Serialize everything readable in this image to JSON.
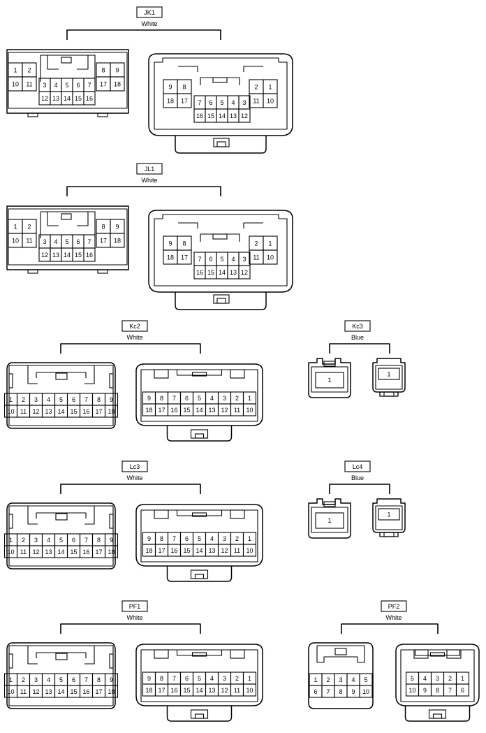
{
  "connectors": [
    {
      "id": "JK1",
      "label": "JK1",
      "color": "White",
      "kind": "large-18",
      "male": {
        "top_left": [
          "1",
          "2"
        ],
        "bottom_left": [
          "10",
          "11"
        ],
        "top_mid": [
          "3",
          "4",
          "5",
          "6",
          "7"
        ],
        "bottom_mid": [
          "12",
          "13",
          "14",
          "15",
          "16"
        ],
        "top_right": [
          "8",
          "9"
        ],
        "bottom_right": [
          "17",
          "18"
        ]
      },
      "female": {
        "top_left": [
          "9",
          "8"
        ],
        "bottom_left": [
          "18",
          "17"
        ],
        "top_mid": [
          "7",
          "6",
          "5",
          "4",
          "3"
        ],
        "bottom_mid": [
          "16",
          "15",
          "14",
          "13",
          "12"
        ],
        "top_right": [
          "2",
          "1"
        ],
        "bottom_right": [
          "11",
          "10"
        ]
      }
    },
    {
      "id": "JL1",
      "label": "JL1",
      "color": "White",
      "kind": "large-18",
      "male": {
        "top_left": [
          "1",
          "2"
        ],
        "bottom_left": [
          "10",
          "11"
        ],
        "top_mid": [
          "3",
          "4",
          "5",
          "6",
          "7"
        ],
        "bottom_mid": [
          "12",
          "13",
          "14",
          "15",
          "16"
        ],
        "top_right": [
          "8",
          "9"
        ],
        "bottom_right": [
          "17",
          "18"
        ]
      },
      "female": {
        "top_left": [
          "9",
          "8"
        ],
        "bottom_left": [
          "18",
          "17"
        ],
        "top_mid": [
          "7",
          "6",
          "5",
          "4",
          "3"
        ],
        "bottom_mid": [
          "16",
          "15",
          "14",
          "13",
          "12"
        ],
        "top_right": [
          "2",
          "1"
        ],
        "bottom_right": [
          "11",
          "10"
        ]
      }
    },
    {
      "id": "Kc2",
      "label": "Kc2",
      "color": "White",
      "kind": "row-18",
      "male": {
        "top": [
          "1",
          "2",
          "3",
          "4",
          "5",
          "6",
          "7",
          "8",
          "9"
        ],
        "bottom": [
          "10",
          "11",
          "12",
          "13",
          "14",
          "15",
          "16",
          "17",
          "18"
        ]
      },
      "female": {
        "top": [
          "9",
          "8",
          "7",
          "6",
          "5",
          "4",
          "3",
          "2",
          "1"
        ],
        "bottom": [
          "18",
          "17",
          "16",
          "15",
          "14",
          "13",
          "12",
          "11",
          "10"
        ]
      }
    },
    {
      "id": "Kc3",
      "label": "Kc3",
      "color": "Blue",
      "kind": "single",
      "male": {
        "pin": "1"
      },
      "female": {
        "pin": "1"
      }
    },
    {
      "id": "Lc3",
      "label": "Lc3",
      "color": "White",
      "kind": "row-18",
      "male": {
        "top": [
          "1",
          "2",
          "3",
          "4",
          "5",
          "6",
          "7",
          "8",
          "9"
        ],
        "bottom": [
          "10",
          "11",
          "12",
          "13",
          "14",
          "15",
          "16",
          "17",
          "18"
        ]
      },
      "female": {
        "top": [
          "9",
          "8",
          "7",
          "6",
          "5",
          "4",
          "3",
          "2",
          "1"
        ],
        "bottom": [
          "18",
          "17",
          "16",
          "15",
          "14",
          "13",
          "12",
          "11",
          "10"
        ]
      }
    },
    {
      "id": "Lc4",
      "label": "Lc4",
      "color": "Blue",
      "kind": "single",
      "male": {
        "pin": "1"
      },
      "female": {
        "pin": "1"
      }
    },
    {
      "id": "PF1",
      "label": "PF1",
      "color": "White",
      "kind": "row-18",
      "male": {
        "top": [
          "1",
          "2",
          "3",
          "4",
          "5",
          "6",
          "7",
          "8",
          "9"
        ],
        "bottom": [
          "10",
          "11",
          "12",
          "13",
          "14",
          "15",
          "16",
          "17",
          "18"
        ]
      },
      "female": {
        "top": [
          "9",
          "8",
          "7",
          "6",
          "5",
          "4",
          "3",
          "2",
          "1"
        ],
        "bottom": [
          "18",
          "17",
          "16",
          "15",
          "14",
          "13",
          "12",
          "11",
          "10"
        ]
      }
    },
    {
      "id": "PF2",
      "label": "PF2",
      "color": "White",
      "kind": "row-10",
      "male": {
        "top": [
          "1",
          "2",
          "3",
          "4",
          "5"
        ],
        "bottom": [
          "6",
          "7",
          "8",
          "9",
          "10"
        ]
      },
      "female": {
        "top": [
          "5",
          "4",
          "3",
          "2",
          "1"
        ],
        "bottom": [
          "10",
          "9",
          "8",
          "7",
          "6"
        ]
      }
    }
  ]
}
